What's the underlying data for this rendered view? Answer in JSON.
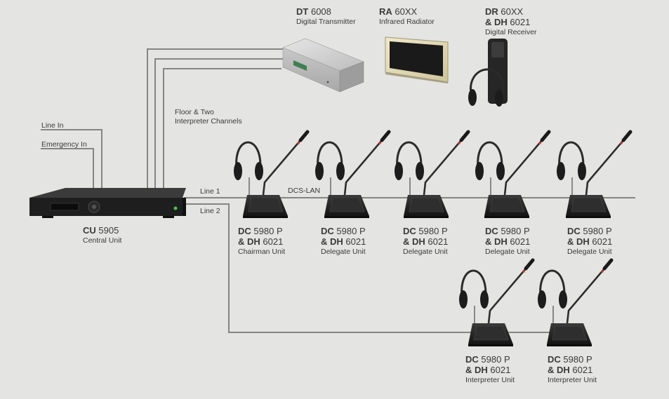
{
  "connections": {
    "line_in": "Line In",
    "emergency_in": "Emergency In",
    "floor_channels_line1": "Floor & Two",
    "floor_channels_line2": "Interpreter Channels",
    "line1": "Line 1",
    "line2": "Line 2",
    "dcs_lan": "DCS-LAN"
  },
  "devices": {
    "cu": {
      "code": "CU",
      "model": "5905",
      "desc": "Central Unit"
    },
    "dt": {
      "code": "DT",
      "model": "6008",
      "desc": "Digital Transmitter"
    },
    "ra": {
      "code": "RA",
      "model": "60XX",
      "desc": "Infrared Radiator"
    },
    "dr": {
      "code": "DR",
      "model": "60XX",
      "code2": "& DH",
      "model2": "6021",
      "desc": "Digital Receiver"
    }
  },
  "units": [
    {
      "code": "DC",
      "model": "5980 P",
      "code2": "& DH",
      "model2": "6021",
      "desc": "Chairman Unit"
    },
    {
      "code": "DC",
      "model": "5980 P",
      "code2": "& DH",
      "model2": "6021",
      "desc": "Delegate Unit"
    },
    {
      "code": "DC",
      "model": "5980 P",
      "code2": "& DH",
      "model2": "6021",
      "desc": "Delegate Unit"
    },
    {
      "code": "DC",
      "model": "5980 P",
      "code2": "& DH",
      "model2": "6021",
      "desc": "Delegate Unit"
    },
    {
      "code": "DC",
      "model": "5980 P",
      "code2": "& DH",
      "model2": "6021",
      "desc": "Delegate Unit"
    },
    {
      "code": "DC",
      "model": "5980 P",
      "code2": "& DH",
      "model2": "6021",
      "desc": "Interpreter Unit"
    },
    {
      "code": "DC",
      "model": "5980 P",
      "code2": "& DH",
      "model2": "6021",
      "desc": "Interpreter Unit"
    }
  ],
  "colors": {
    "background": "#e4e4e2",
    "cable": "#7e7e7e",
    "device_dark": "#1f1f1f",
    "led_green": "#47c74a"
  }
}
